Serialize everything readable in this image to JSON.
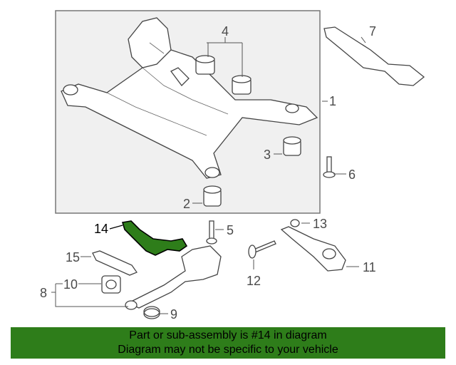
{
  "callouts": {
    "c1": "1",
    "c2": "2",
    "c3": "3",
    "c4": "4",
    "c5": "5",
    "c6": "6",
    "c7": "7",
    "c8": "8",
    "c9": "9",
    "c10": "10",
    "c11": "11",
    "c12": "12",
    "c13": "13",
    "c14": "14",
    "c15": "15"
  },
  "banner": {
    "line1": "Part or sub-assembly is #14 in diagram",
    "line2": "Diagram may not be specific to your vehicle",
    "color": "#2e7d1a"
  },
  "colors": {
    "highlight_part": "#2e7d1a",
    "frame_fill": "#f0f0f0",
    "line": "#555555"
  }
}
